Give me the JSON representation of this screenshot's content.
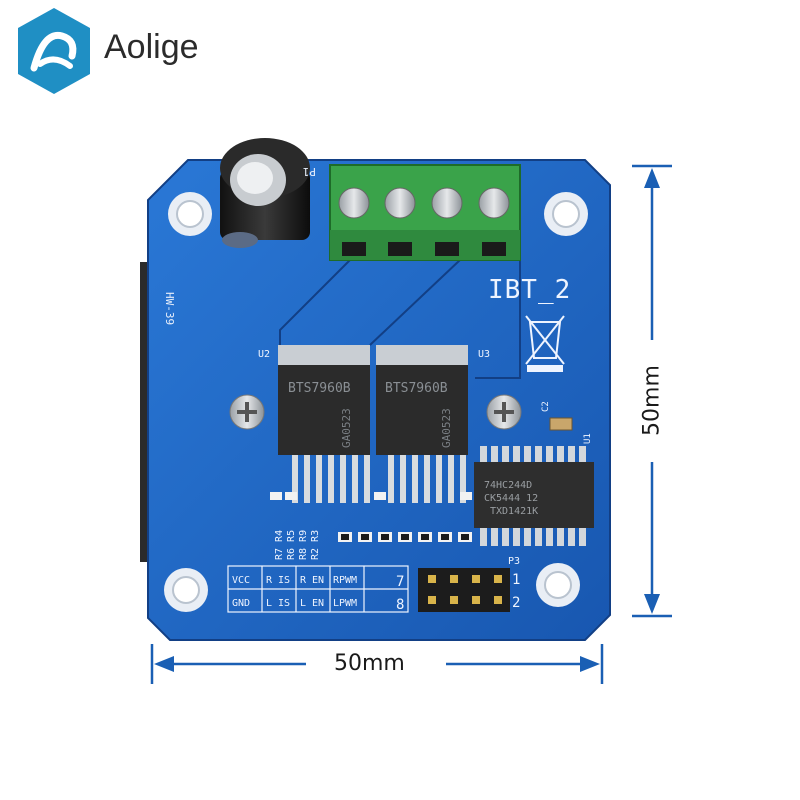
{
  "brand": {
    "name": "Aolige",
    "logo_color": "#1f8fc4"
  },
  "board": {
    "model": "IBT_2",
    "side_silk": "HW-39",
    "color": "#1e6bc9",
    "chips": [
      {
        "ref": "U2",
        "marking": "BTS7960B",
        "code": "GA0523"
      },
      {
        "ref": "U3",
        "marking": "BTS7960B",
        "code": "GA0523"
      }
    ],
    "ic": {
      "ref": "U1",
      "lines": [
        "74HC244D",
        "CK5444    12",
        "TXD1421K"
      ]
    },
    "cap_label": "C2",
    "connector_ref": "P1",
    "header_ref": "P3",
    "resistor_labels": [
      "R7 R4",
      "R6 R5",
      "R8 R9",
      "R2 R3"
    ],
    "pin_table": {
      "row1": [
        "VCC",
        "R IS",
        "R EN",
        "RPWM"
      ],
      "row2": [
        "GND",
        "L IS",
        "L EN",
        "LPWM"
      ],
      "left_nums": [
        "7",
        "8"
      ],
      "right_nums": [
        "1",
        "2"
      ]
    }
  },
  "dimensions": {
    "width": "50mm",
    "height": "50mm",
    "arrow_color": "#1a5fb4"
  }
}
